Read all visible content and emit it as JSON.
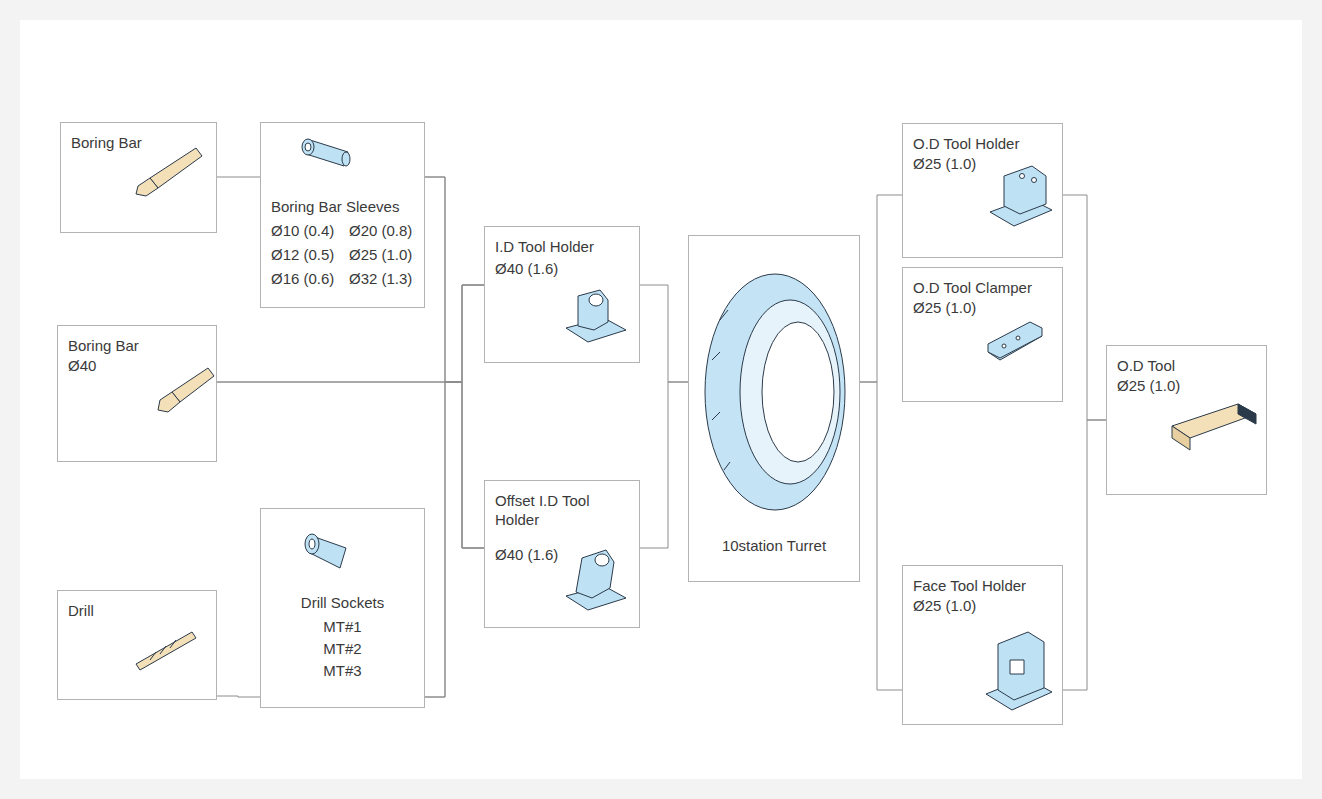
{
  "diagram": {
    "nodes": [
      {
        "text": [
          "Boring Bar"
        ]
      },
      {
        "text": [
          "Boring Bar Sleeves",
          "Ø10 (0.4)",
          "Ø20 (0.8)",
          "Ø12 (0.5)",
          "Ø25 (1.0)",
          "Ø16 (0.6)",
          "Ø32 (1.3)"
        ]
      },
      {
        "text": [
          "Boring Bar",
          "Ø40"
        ]
      },
      {
        "text": [
          "Drill"
        ]
      },
      {
        "text": [
          "Drill Sockets",
          "MT#1",
          "MT#2",
          "MT#3"
        ]
      },
      {
        "text": [
          "I.D Tool Holder",
          "Ø40 (1.6)"
        ]
      },
      {
        "text": [
          "Offset I.D Tool Holder",
          "Ø40 (1.6)"
        ]
      },
      {
        "text": [
          "10station Turret"
        ]
      },
      {
        "text": [
          "O.D Tool Holder",
          "Ø25 (1.0)"
        ]
      },
      {
        "text": [
          "O.D Tool Clamper",
          "Ø25 (1.0)"
        ]
      },
      {
        "text": [
          "Face Tool Holder",
          "Ø25 (1.0)"
        ]
      },
      {
        "text": [
          "O.D Tool",
          "Ø25 (1.0)"
        ]
      }
    ],
    "edges": [
      {
        "from": 0,
        "to": 1,
        "arrow": "none"
      },
      {
        "from": 1,
        "to": 5,
        "arrow": "none"
      },
      {
        "from": 1,
        "to": 6,
        "arrow": "none"
      },
      {
        "from": 2,
        "to": 5,
        "arrow": "none"
      },
      {
        "from": 2,
        "to": 6,
        "arrow": "none"
      },
      {
        "from": 3,
        "to": 4,
        "arrow": "none"
      },
      {
        "from": 4,
        "to": 5,
        "arrow": "none"
      },
      {
        "from": 4,
        "to": 6,
        "arrow": "none"
      },
      {
        "from": 5,
        "to": 7,
        "arrow": "none"
      },
      {
        "from": 6,
        "to": 7,
        "arrow": "none"
      },
      {
        "from": 7,
        "to": 8,
        "arrow": "none"
      },
      {
        "from": 7,
        "to": 10,
        "arrow": "none"
      },
      {
        "from": 8,
        "to": 11,
        "arrow": "none"
      },
      {
        "from": 10,
        "to": 11,
        "arrow": "none"
      }
    ]
  }
}
